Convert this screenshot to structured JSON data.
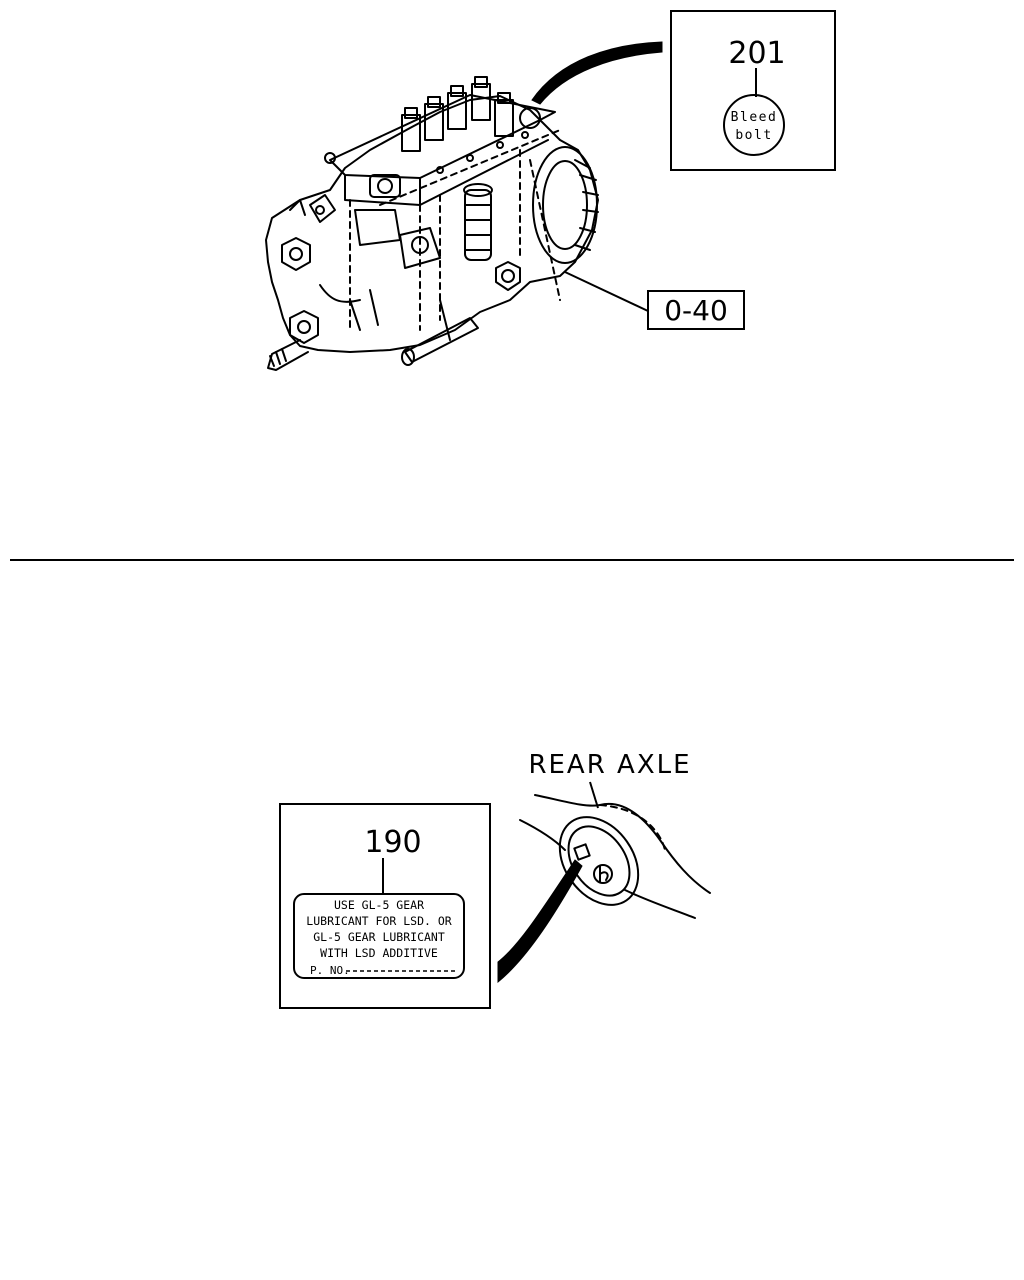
{
  "top": {
    "part_number": "201",
    "bleed_line1": "Bleed",
    "bleed_line2": "bolt",
    "reference": "0-40"
  },
  "bottom": {
    "axle_label": "REAR AXLE",
    "part_number": "190",
    "label_lines": [
      "USE GL-5 GEAR",
      "LUBRICANT FOR LSD. OR",
      "GL-5 GEAR LUBRICANT",
      "WITH LSD ADDITIVE"
    ],
    "pno_label": "P. NO."
  }
}
